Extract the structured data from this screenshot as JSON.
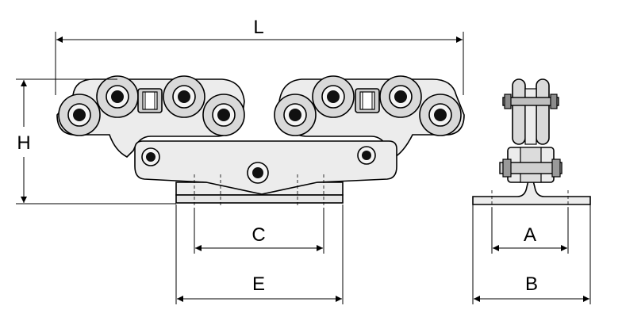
{
  "dimensions": {
    "L": "L",
    "H": "H",
    "C": "C",
    "E": "E",
    "A": "A",
    "B": "B"
  },
  "colors": {
    "line": "#000000",
    "part_fill": "#ececec",
    "wheel_fill": "#d9d9d9",
    "background": "#ffffff"
  }
}
